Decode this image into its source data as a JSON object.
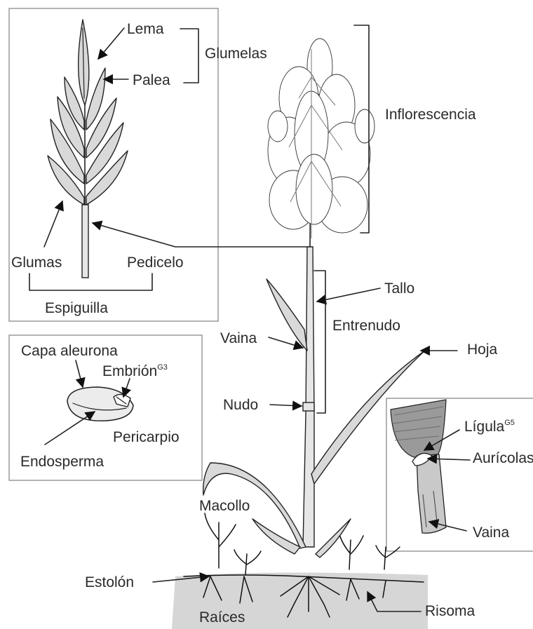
{
  "labels": {
    "lema": "Lema",
    "glumelas": "Glumelas",
    "palea": "Palea",
    "glumas": "Glumas",
    "pedicelo": "Pedicelo",
    "espiguilla": "Espiguilla",
    "inflorescencia": "Inflorescencia",
    "tallo": "Tallo",
    "entrenudo": "Entrenudo",
    "vaina_stem": "Vaina",
    "hoja": "Hoja",
    "nudo": "Nudo",
    "capa_aleurona": "Capa aleurona",
    "embrion": "Embrión",
    "embrion_sup": "G3",
    "pericarpio": "Pericarpio",
    "endosperma": "Endosperma",
    "ligula": "Lígula",
    "ligula_sup": "G5",
    "auriculas": "Aurícolas",
    "vaina_detail": "Vaina",
    "macollo": "Macollo",
    "estolon": "Estolón",
    "raices": "Raíces",
    "risoma": "Risoma"
  },
  "colors": {
    "line": "#222222",
    "leaf_fill": "#d9d9d9",
    "soil": "#d6d6d6",
    "panel_border": "#8a8a8a"
  }
}
